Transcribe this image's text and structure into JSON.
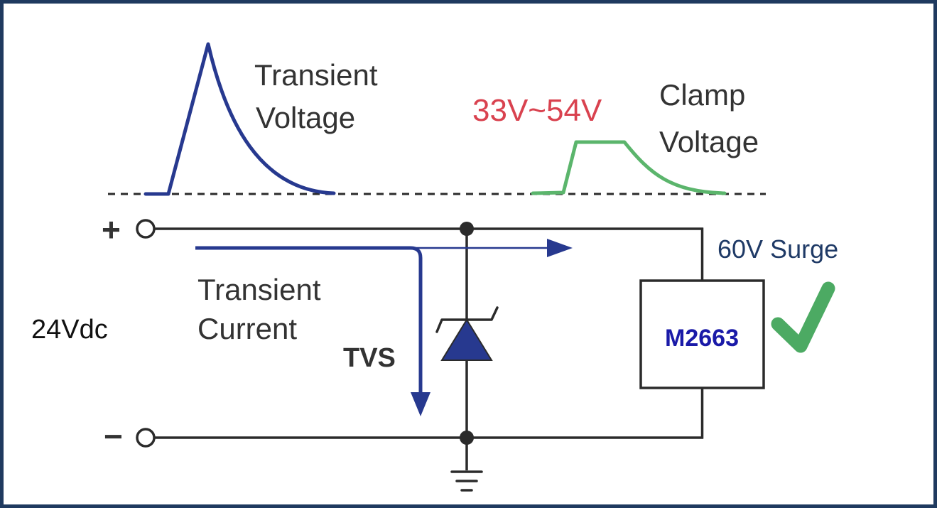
{
  "labels": {
    "transient_voltage_line1": "Transient",
    "transient_voltage_line2": "Voltage",
    "clamp_range": "33V~54V",
    "clamp_voltage_line1": "Clamp",
    "clamp_voltage_line2": "Voltage",
    "plus_terminal": "+",
    "minus_terminal": "−",
    "supply": "24Vdc",
    "surge_rating": "60V Surge",
    "transient_current_line1": "Transient",
    "transient_current_line2": "Current",
    "tvs": "TVS",
    "device": "M2663"
  },
  "colors": {
    "border": "#1f3a5f",
    "wire": "#2b2b2b",
    "text": "#333333",
    "transient": "#27398f",
    "clamp": "#5bb56c",
    "clamp_range": "#d9424f",
    "surge_text": "#1f3a66",
    "device_text": "#1a1aa8",
    "check": "#4caa63"
  },
  "icons": {
    "approval": "checkmark-icon",
    "ground": "ground-icon",
    "diode": "tvs-diode-icon"
  }
}
